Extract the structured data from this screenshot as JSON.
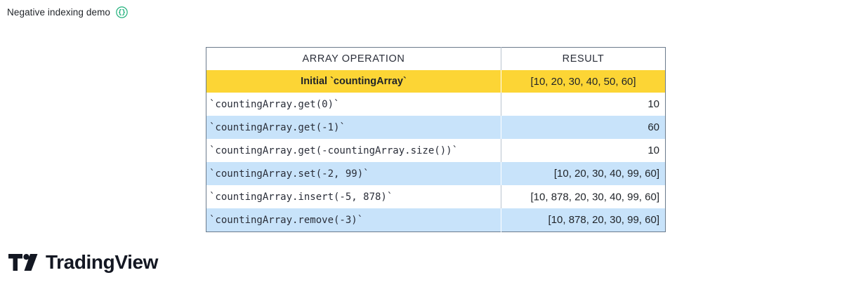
{
  "caption": {
    "text": "Negative indexing demo",
    "icon": "braces-icon",
    "icon_color": "#1eb07a"
  },
  "table": {
    "columns": [
      "ARRAY OPERATION",
      "RESULT"
    ],
    "highlight_row": {
      "operation": "Initial `countingArray`",
      "result": "[10, 20, 30, 40, 50, 60]",
      "background": "#fcd535"
    },
    "alt_row_background": "#c8e3fa",
    "rows": [
      {
        "operation": "`countingArray.get(0)`",
        "result": "10"
      },
      {
        "operation": "`countingArray.get(-1)`",
        "result": "60"
      },
      {
        "operation": "`countingArray.get(-countingArray.size())`",
        "result": "10"
      },
      {
        "operation": "`countingArray.set(-2, 99)`",
        "result": "[10, 20, 30, 40, 99, 60]"
      },
      {
        "operation": "`countingArray.insert(-5, 878)`",
        "result": "[10, 878, 20, 30, 40, 99, 60]"
      },
      {
        "operation": "`countingArray.remove(-3)`",
        "result": "[10, 878, 20, 30, 99, 60]"
      }
    ]
  },
  "footer": {
    "brand": "TradingView",
    "logo_icon": "tradingview-logo-icon",
    "logo_color": "#131722"
  }
}
